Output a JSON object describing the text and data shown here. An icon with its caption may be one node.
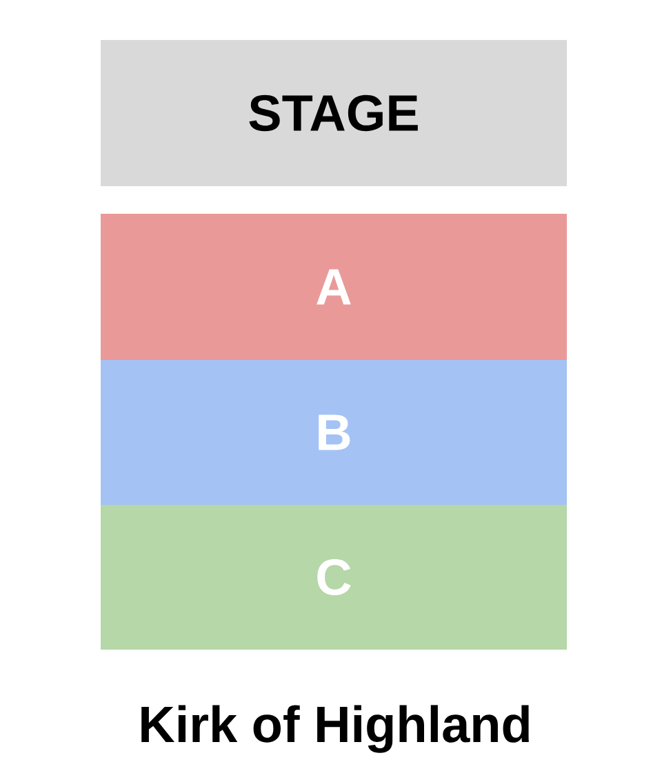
{
  "diagram": {
    "caption": "Kirk of Highland",
    "nodes": [
      {
        "text": [
          "STAGE"
        ]
      },
      {
        "text": [
          "A"
        ]
      },
      {
        "text": [
          "B"
        ]
      },
      {
        "text": [
          "C"
        ]
      }
    ]
  }
}
